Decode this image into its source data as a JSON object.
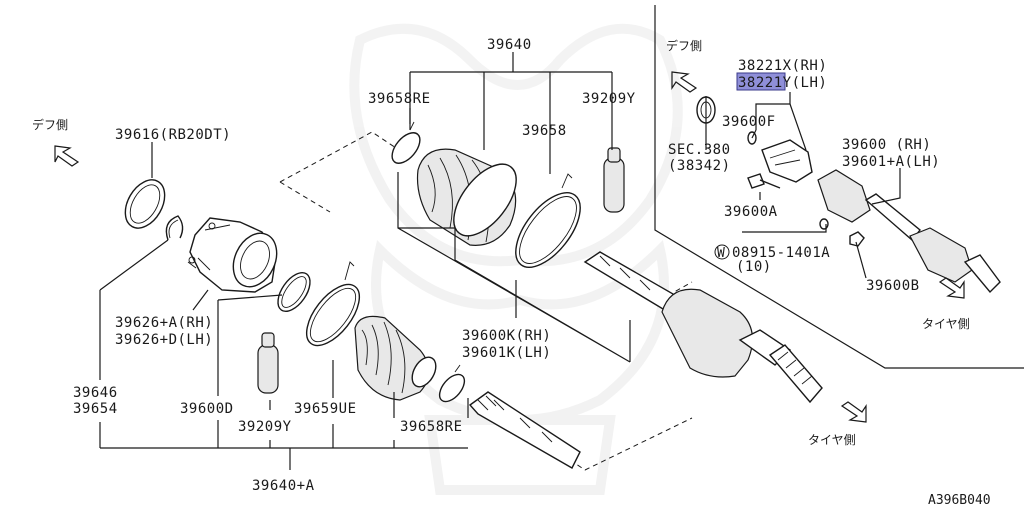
{
  "diagram_code": "A396B040",
  "directions": {
    "diff_left": "デフ側",
    "diff_right": "デフ側",
    "tire_center": "タイヤ側",
    "tire_right": "タイヤ側"
  },
  "labels": {
    "p39640": "39640",
    "p39658RE_top": "39658RE",
    "p39209Y_top": "39209Y",
    "p39658": "39658",
    "p39616": "39616(RB20DT)",
    "p39626_rh": "39626+A(RH)",
    "p39626_lh": "39626+D(LH)",
    "p39646": "39646",
    "p39654": "39654",
    "p39600D": "39600D",
    "p39209Y_bot": "39209Y",
    "p39659UE": "39659UE",
    "p39658RE_bot": "39658RE",
    "p39640A": "39640+A",
    "p39600K_rh": "39600K(RH)",
    "p39601K_lh": "39601K(LH)",
    "p38221X": "38221X(RH)",
    "p38221Y_hl": "38221",
    "p38221Y_rest": "Y(LH)",
    "p39600F": "39600F",
    "sec380": "SEC.380",
    "sec38342": "(38342)",
    "p39600_rh": "39600  (RH)",
    "p39601_lh": "39601+A(LH)",
    "p39600A": "39600A",
    "w_mark": "W",
    "p08915": "08915-1401A",
    "p08915_qty": "(10)",
    "p39600B": "39600B"
  }
}
